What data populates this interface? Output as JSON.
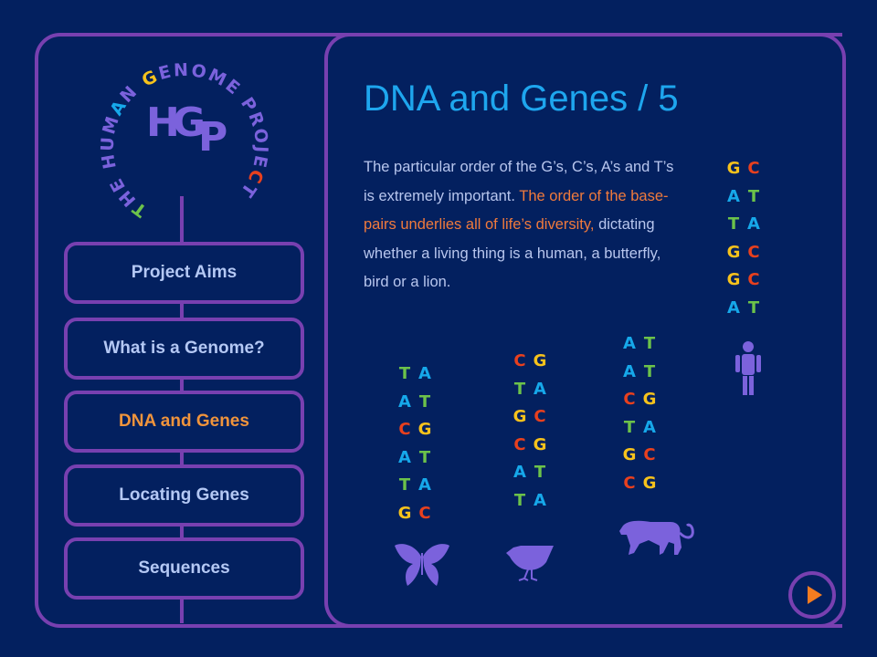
{
  "logo": {
    "ring_text": "THE HUMAN GENOME PROJECT",
    "monogram": [
      "H",
      "G",
      "P"
    ],
    "letter_colors": {
      "T": "#6cc24a",
      "A": "#16a8ea",
      "G": "#f6c21c",
      "C": "#e8401e",
      "default": "#7b62dc"
    }
  },
  "nav": {
    "items": [
      {
        "label": "Project Aims",
        "active": false
      },
      {
        "label": "What is a Genome?",
        "active": false
      },
      {
        "label": "DNA and Genes",
        "active": true
      },
      {
        "label": "Locating Genes",
        "active": false
      },
      {
        "label": "Sequences",
        "active": false
      }
    ]
  },
  "main": {
    "title": "DNA and Genes / 5",
    "paragraph": {
      "part1": "The particular order of the G’s, C’s, A’s and T’s is extremely important. ",
      "highlight": "The order of the base-pairs underlies all of life’s diversity,",
      "part2": " dictating whether a living thing is a human, a butterfly, bird or a lion."
    }
  },
  "dna_sequences": [
    {
      "organism": "human",
      "icon": "human-icon",
      "pairs": [
        [
          "G",
          "C"
        ],
        [
          "A",
          "T"
        ],
        [
          "T",
          "A"
        ],
        [
          "G",
          "C"
        ],
        [
          "G",
          "C"
        ],
        [
          "A",
          "T"
        ]
      ]
    },
    {
      "organism": "butterfly",
      "icon": "butterfly-icon",
      "pairs": [
        [
          "T",
          "A"
        ],
        [
          "A",
          "T"
        ],
        [
          "C",
          "G"
        ],
        [
          "A",
          "T"
        ],
        [
          "T",
          "A"
        ],
        [
          "G",
          "C"
        ]
      ]
    },
    {
      "organism": "bird",
      "icon": "bird-icon",
      "pairs": [
        [
          "C",
          "G"
        ],
        [
          "T",
          "A"
        ],
        [
          "G",
          "C"
        ],
        [
          "C",
          "G"
        ],
        [
          "A",
          "T"
        ],
        [
          "T",
          "A"
        ]
      ]
    },
    {
      "organism": "lion",
      "icon": "lion-icon",
      "pairs": [
        [
          "A",
          "T"
        ],
        [
          "A",
          "T"
        ],
        [
          "C",
          "G"
        ],
        [
          "T",
          "A"
        ],
        [
          "G",
          "C"
        ],
        [
          "C",
          "G"
        ]
      ]
    }
  ],
  "base_colors": {
    "A": "#16a8ea",
    "T": "#6cc24a",
    "G": "#f6c21c",
    "C": "#e8401e"
  },
  "theme": {
    "background": "#03205f",
    "frame": "#7840b0",
    "accent_title": "#1ea6ee",
    "active_nav": "#f0943c",
    "highlight_text": "#f07a3c",
    "silhouette": "#7b62dc",
    "next_arrow": "#f47c20"
  },
  "controls": {
    "next_button_icon": "play-arrow-icon"
  }
}
